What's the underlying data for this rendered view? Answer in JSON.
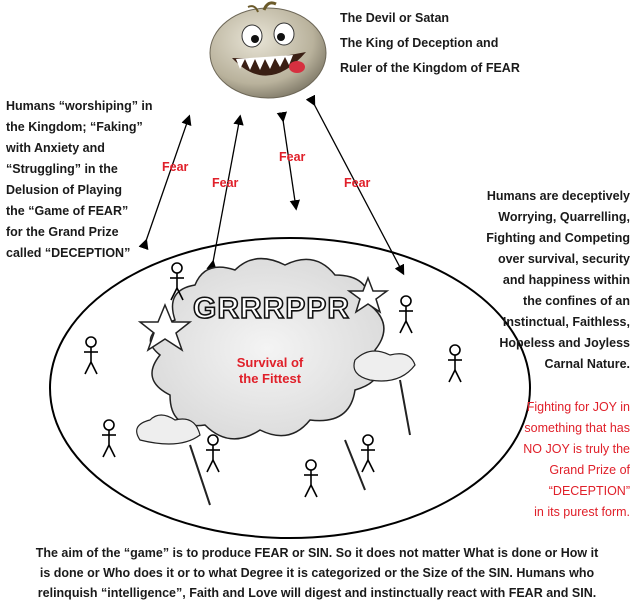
{
  "title_lines": [
    "The Devil or Satan",
    "The King of Deception and",
    "Ruler of the Kingdom of FEAR"
  ],
  "left_lines": [
    "Humans “worshiping” in",
    "the Kingdom; “Faking”",
    "with Anxiety and",
    "“Struggling” in the",
    "Delusion of Playing",
    "the “Game of FEAR”",
    "for the Grand Prize",
    "called “DECEPTION”"
  ],
  "right_lines": [
    "Humans are deceptively",
    "Worrying, Quarrelling,",
    "Fighting and Competing",
    "over survival, security",
    "and happiness within",
    "the confines of an",
    "Instinctual, Faithless,",
    "Hopeless and Joyless",
    "Carnal Nature."
  ],
  "red_lines": [
    "Fighting for JOY in",
    "something that has",
    "NO JOY is truly the",
    "Grand Prize of",
    "“DECEPTION”",
    "in its purest form."
  ],
  "fear_labels": [
    "Fear",
    "Fear",
    "Fear",
    "Fear"
  ],
  "center_label_lines": [
    "Survival of",
    "the Fittest"
  ],
  "cartoon_text": "GRRRPPR",
  "bottom_lines": [
    "The aim of the “game” is to produce FEAR or SIN. So it does not matter What is done or How it",
    "is done or Who does it or to what Degree it is categorized or the Size of the SIN. Humans who",
    "relinquish “intelligence”, Faith and Love will digest and instinctually react with FEAR and SIN."
  ],
  "colors": {
    "accent": "#e0202a",
    "text": "#1a1a1a"
  }
}
